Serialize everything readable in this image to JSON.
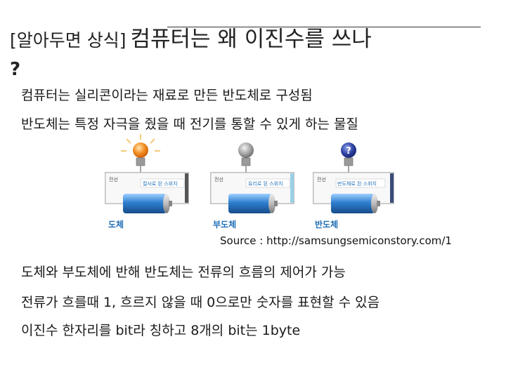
{
  "title": {
    "tag": "[알아두면 상식]",
    "main": "컴퓨터는 왜 이진수를 쓰나",
    "question_mark": "?"
  },
  "intro_lines": [
    "컴퓨터는 실리콘이라는 재료로 만든 반도체로 구성됨",
    "반도체는 특정 자극을 줬을 때 전기를 통할 수 있게 하는 물질"
  ],
  "figure": {
    "panels": [
      {
        "label": "도체",
        "bulb": "lit",
        "wire_label": "전선",
        "switch_label": "절사로 된 스위치"
      },
      {
        "label": "부도체",
        "bulb": "off",
        "wire_label": "전선",
        "switch_label": "유리로 된 스위치"
      },
      {
        "label": "반도체",
        "bulb": "question",
        "wire_label": "전선",
        "switch_label": "반도체로 된 스위치"
      }
    ],
    "colors": {
      "lit_bulb": "#f28a1e",
      "off_bulb": "#9a9a9a",
      "question_bulb": "#2b3f9e",
      "battery": "#2e7fd0",
      "label": "#1f6fb5"
    }
  },
  "source": "Source : http://samsungsemiconstory.com/1",
  "body_lines": [
    "도체와 부도체에 반해 반도체는 전류의 흐름의 제어가 가능",
    "전류가 흐를때 1, 흐르지 않을 때 0으로만 숫자를 표현할 수 있음",
    "이진수 한자리를 bit라 칭하고 8개의 bit는 1byte"
  ]
}
